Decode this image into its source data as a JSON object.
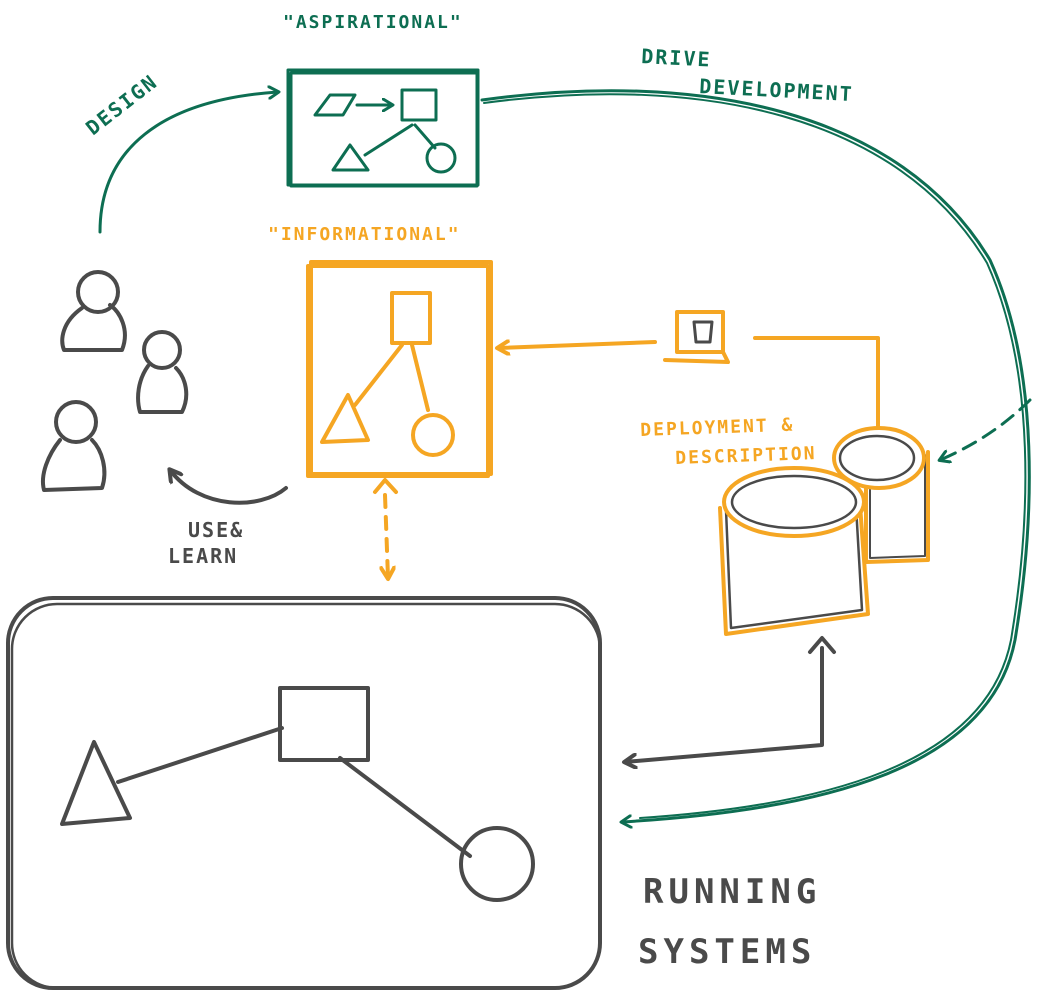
{
  "colors": {
    "aspirational": "#0d6e52",
    "informational": "#f5a623",
    "running": "#4a4a4a"
  },
  "labels": {
    "aspirational": "\"ASPIRATIONAL\"",
    "design": "DESIGN",
    "drive": "DRIVE",
    "development": "DEVELOPMENT",
    "informational": "\"INFORMATIONAL\"",
    "deployment": "DEPLOYMENT &",
    "description": "DESCRIPTION",
    "use_learn_line1": "USE&",
    "use_learn_line2": "LEARN",
    "running": "RUNNING",
    "systems": "SYSTEMS"
  }
}
